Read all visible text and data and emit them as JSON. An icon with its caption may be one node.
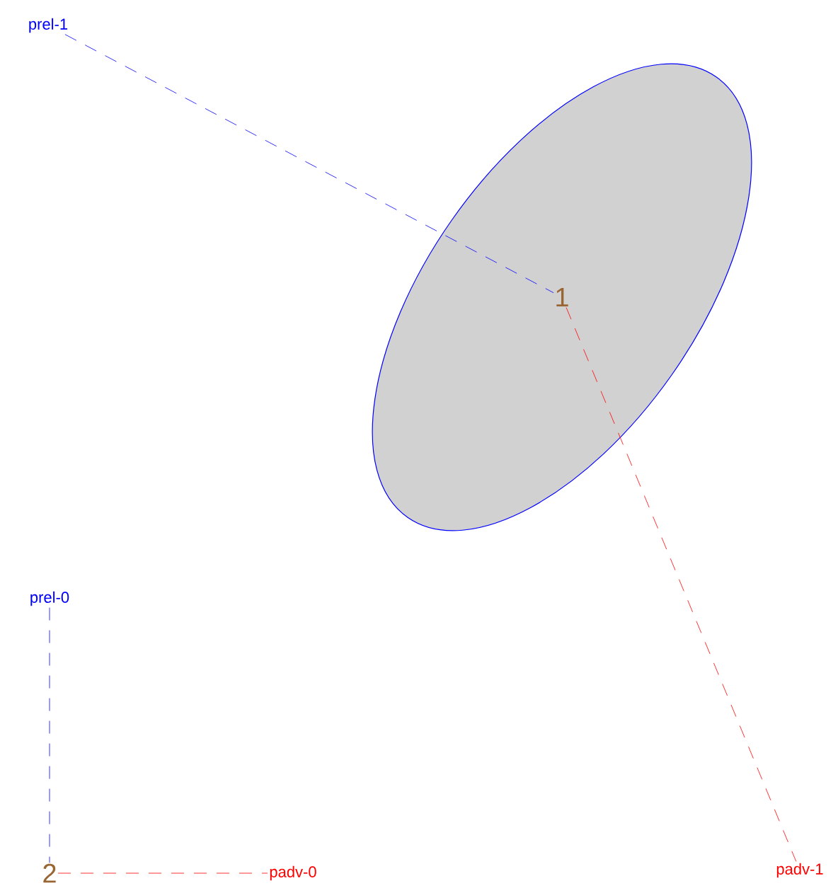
{
  "diagram": {
    "nodes": [
      {
        "text": [
          "prel-1"
        ]
      },
      {
        "text": [],
        "shape": "ellipse"
      },
      {
        "text": [
          "1"
        ],
        "in": 1
      },
      {
        "text": [
          "prel-0"
        ]
      },
      {
        "text": [
          "2"
        ]
      },
      {
        "text": [
          "padv-0"
        ]
      },
      {
        "text": [
          "padv-1"
        ]
      }
    ],
    "edges": [
      {
        "from": 0,
        "to": 2,
        "arrow": "none",
        "style": "dashed",
        "color": "#0000ff"
      },
      {
        "from": 2,
        "to": 6,
        "arrow": "none",
        "style": "dashed",
        "color": "#ff0000"
      },
      {
        "from": 3,
        "to": 4,
        "arrow": "none",
        "style": "dashed",
        "color": "#0000ff"
      },
      {
        "from": 4,
        "to": 5,
        "arrow": "none",
        "style": "dashed",
        "color": "#ff0000"
      }
    ]
  }
}
